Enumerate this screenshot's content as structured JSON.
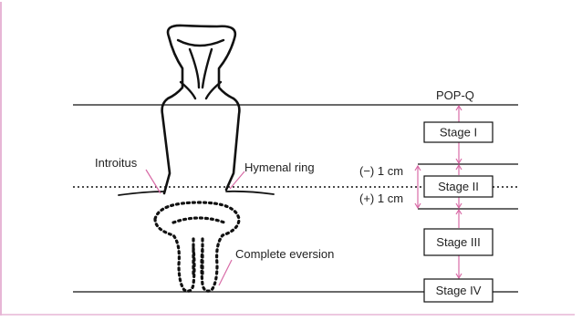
{
  "diagram": {
    "colors": {
      "frame": "#e7b6d6",
      "arrow": "#d86aa6",
      "ink": "#111111"
    },
    "labels": {
      "popq": "POP-Q",
      "introitus": "Introitus",
      "hymenal_ring": "Hymenal ring",
      "minus_1cm": "(−) 1 cm",
      "plus_1cm": "(+) 1 cm",
      "complete_eversion": "Complete eversion"
    },
    "stages": [
      {
        "label": "Stage I"
      },
      {
        "label": "Stage II"
      },
      {
        "label": "Stage III"
      },
      {
        "label": "Stage IV"
      }
    ]
  }
}
